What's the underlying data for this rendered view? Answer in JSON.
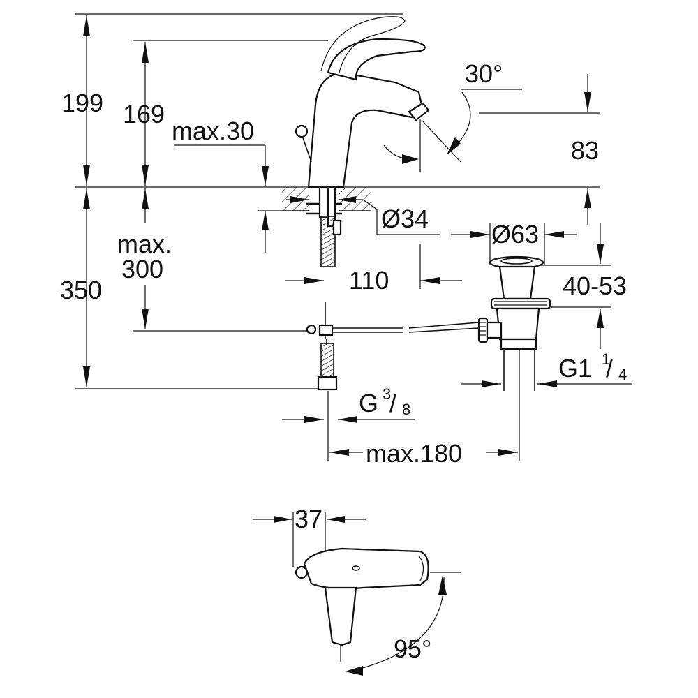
{
  "dimensions": {
    "height_total": "199",
    "height_spout_top": "169",
    "deck_thickness": "max.30",
    "spout_angle": "30°",
    "spout_outlet_height": "83",
    "hole_diameter": "Ø34",
    "under_deck": "max.",
    "under_deck_value": "300",
    "total_below": "350",
    "projection": "110",
    "waste_plug_diameter": "Ø63",
    "basin_thickness": "40-53",
    "waste_thread_base": "G1",
    "waste_thread_num": "1",
    "waste_thread_den": "4",
    "supply_thread_base": "G",
    "supply_thread_num": "3",
    "supply_thread_den": "8",
    "rod_length": "max.180",
    "lever_offset": "37",
    "swivel_angle": "95°"
  },
  "colors": {
    "ink": "#111111",
    "paper": "#ffffff"
  }
}
